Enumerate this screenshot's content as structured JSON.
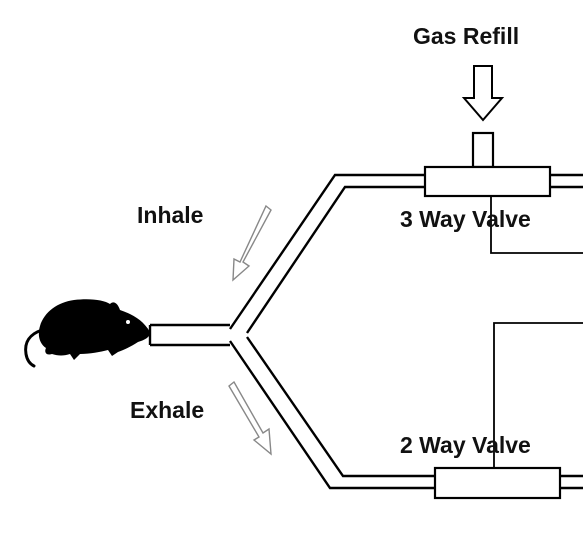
{
  "labels": {
    "gas_refill": "Gas Refill",
    "inhale": "Inhale",
    "exhale": "Exhale",
    "three_way_valve": "3 Way Valve",
    "two_way_valve": "2 Way Valve"
  }
}
